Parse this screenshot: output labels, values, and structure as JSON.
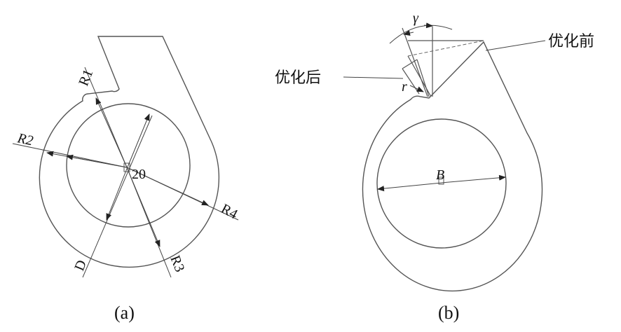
{
  "panel_a": {
    "caption": "(a)",
    "labels": {
      "r1": "R1",
      "r2": "R2",
      "r3": "R3",
      "r4": "R4",
      "d": "D",
      "angle": "20"
    }
  },
  "panel_b": {
    "caption": "(b)",
    "labels": {
      "gamma": "γ",
      "r": "r",
      "diameter": "B",
      "before": "优化前",
      "after": "优化后"
    }
  }
}
